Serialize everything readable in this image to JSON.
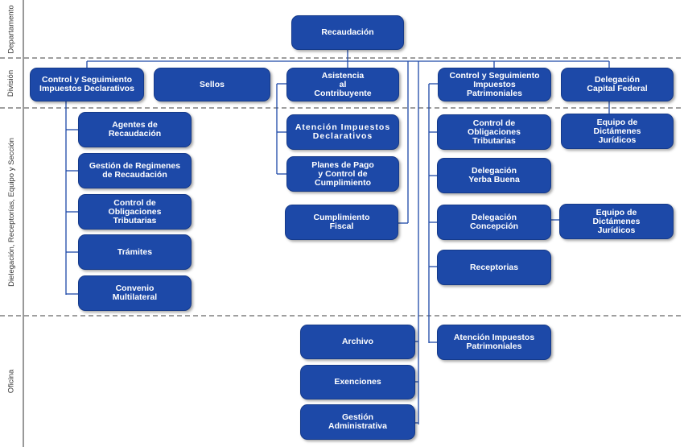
{
  "bands": {
    "departamento": "Departamento",
    "division": "División",
    "delegacion": "Dielegación, Receptorías, Equipo y Sección",
    "oficina": "Oficina"
  },
  "boxes": {
    "recaudacion": "Recaudación",
    "control_impuestos_declarativos": "Control y Seguimiento\nImpuestos Declarativos",
    "sellos": "Sellos",
    "asistencia_contribuyente": "Asistencia\nal\nContribuyente",
    "control_impuestos_patrimoniales": "Control y Seguimiento\nImpuestos\nPatrimoniales",
    "delegacion_capital_federal": "Delegación\nCapital Federal",
    "agentes_recaudacion": "Agentes de\nRecaudación",
    "gestion_regimenes": "Gestión de Regimenes\nde Recaudación",
    "control_obligaciones_1": "Control de\nObligaciones\nTributarias",
    "tramites": "Trámites",
    "convenio_multilateral": "Convenio\nMultilateral",
    "atencion_impuestos_declarativos": "Atención Impuestos\nDeclarativos",
    "planes_pago": "Planes de Pago\ny Control de\nCumplimiento",
    "cumplimiento_fiscal": "Cumplimiento\nFiscal",
    "control_obligaciones_2": "Control de\nObligaciones\nTributarias",
    "delegacion_yerba_buena": "Delegación\nYerba Buena",
    "delegacion_concepcion": "Delegación\nConcepción",
    "receptorias": "Receptorias",
    "equipo_dictamenes_1": "Equipo de\nDictámenes\nJurídicos",
    "equipo_dictamenes_2": "Equipo de\nDictámenes\nJurídicos",
    "archivo": "Archivo",
    "exenciones": "Exenciones",
    "gestion_administrativa": "Gestión\nAdministrativa",
    "atencion_impuestos_patrimoniales": "Atención Impuestos\nPatrimoniales"
  }
}
